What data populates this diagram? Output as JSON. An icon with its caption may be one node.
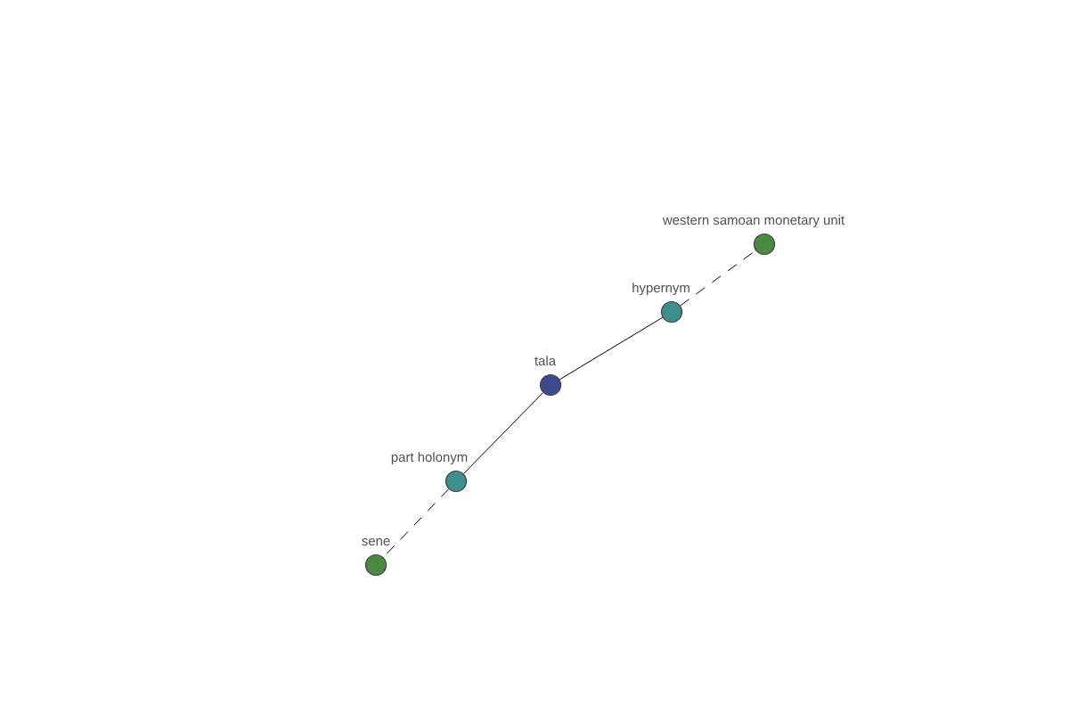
{
  "diagram": {
    "nodes": [
      {
        "text": [
          "western samoan monetary unit"
        ]
      },
      {
        "text": [
          "hypernym"
        ]
      },
      {
        "text": [
          "tala"
        ]
      },
      {
        "text": [
          "part holonym"
        ]
      },
      {
        "text": [
          "sene"
        ]
      }
    ],
    "edges": [
      {
        "from": 2,
        "to": 1,
        "arrow": "none"
      },
      {
        "from": 1,
        "to": 0,
        "arrow": "none",
        "style": "dashed"
      },
      {
        "from": 2,
        "to": 3,
        "arrow": "none"
      },
      {
        "from": 3,
        "to": 4,
        "arrow": "none",
        "style": "dashed"
      }
    ]
  }
}
